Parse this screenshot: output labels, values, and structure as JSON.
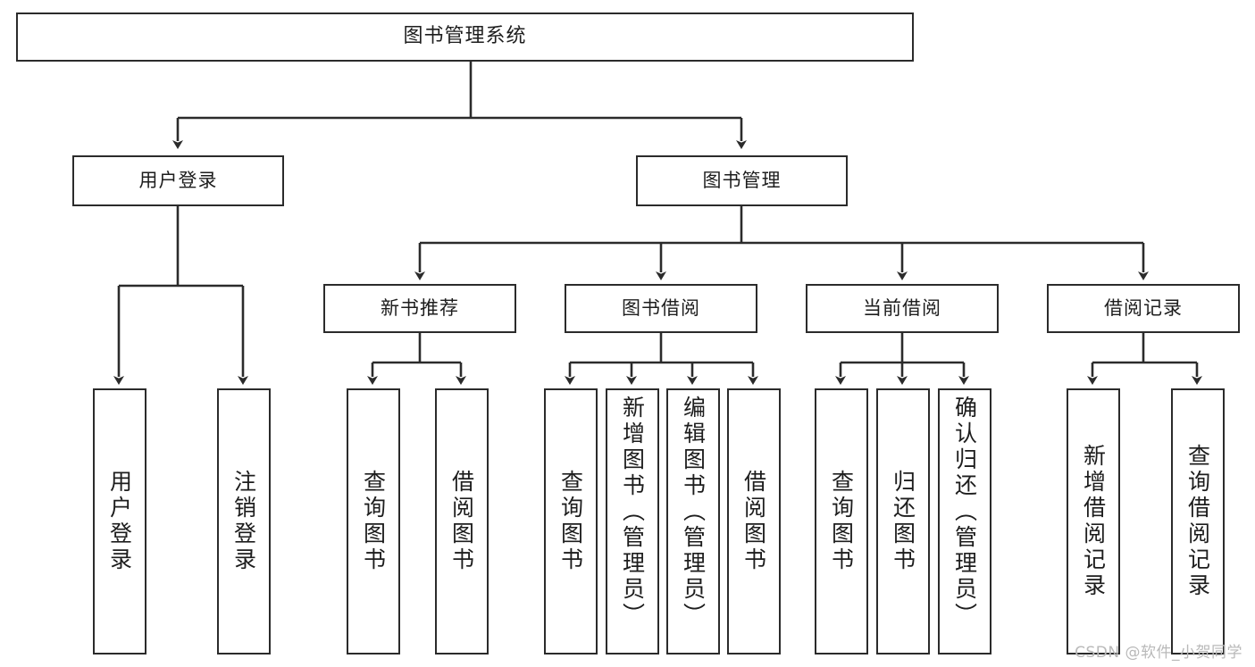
{
  "diagram": {
    "title": "图书管理系统",
    "type": "tree-hierarchy-chart",
    "stroke_color": "#2b2b2b",
    "fill_color": "#ffffff",
    "text_color": "#1d1d1d"
  },
  "nodes": {
    "root": {
      "label": "图书管理系统"
    },
    "level2": [
      {
        "label": "用户登录"
      },
      {
        "label": "图书管理"
      }
    ],
    "level3": [
      {
        "label": "新书推荐"
      },
      {
        "label": "图书借阅"
      },
      {
        "label": "当前借阅"
      },
      {
        "label": "借阅记录"
      }
    ],
    "leaves": {
      "user_login": [
        {
          "label": "用户登录"
        },
        {
          "label": "注销登录"
        }
      ],
      "new_book": [
        {
          "label": "查询图书"
        },
        {
          "label": "借阅图书"
        }
      ],
      "book_borrow": [
        {
          "label": "查询图书"
        },
        {
          "label": "新增图书（管理员）"
        },
        {
          "label": "编辑图书（管理员）"
        },
        {
          "label": "借阅图书"
        }
      ],
      "current_borrow": [
        {
          "label": "查询图书"
        },
        {
          "label": "归还图书"
        },
        {
          "label": "确认归还（管理员）"
        }
      ],
      "borrow_record": [
        {
          "label": "新增借阅记录"
        },
        {
          "label": "查询借阅记录"
        }
      ]
    }
  },
  "watermark": {
    "text": "CSDN @软件_小贺同学"
  }
}
